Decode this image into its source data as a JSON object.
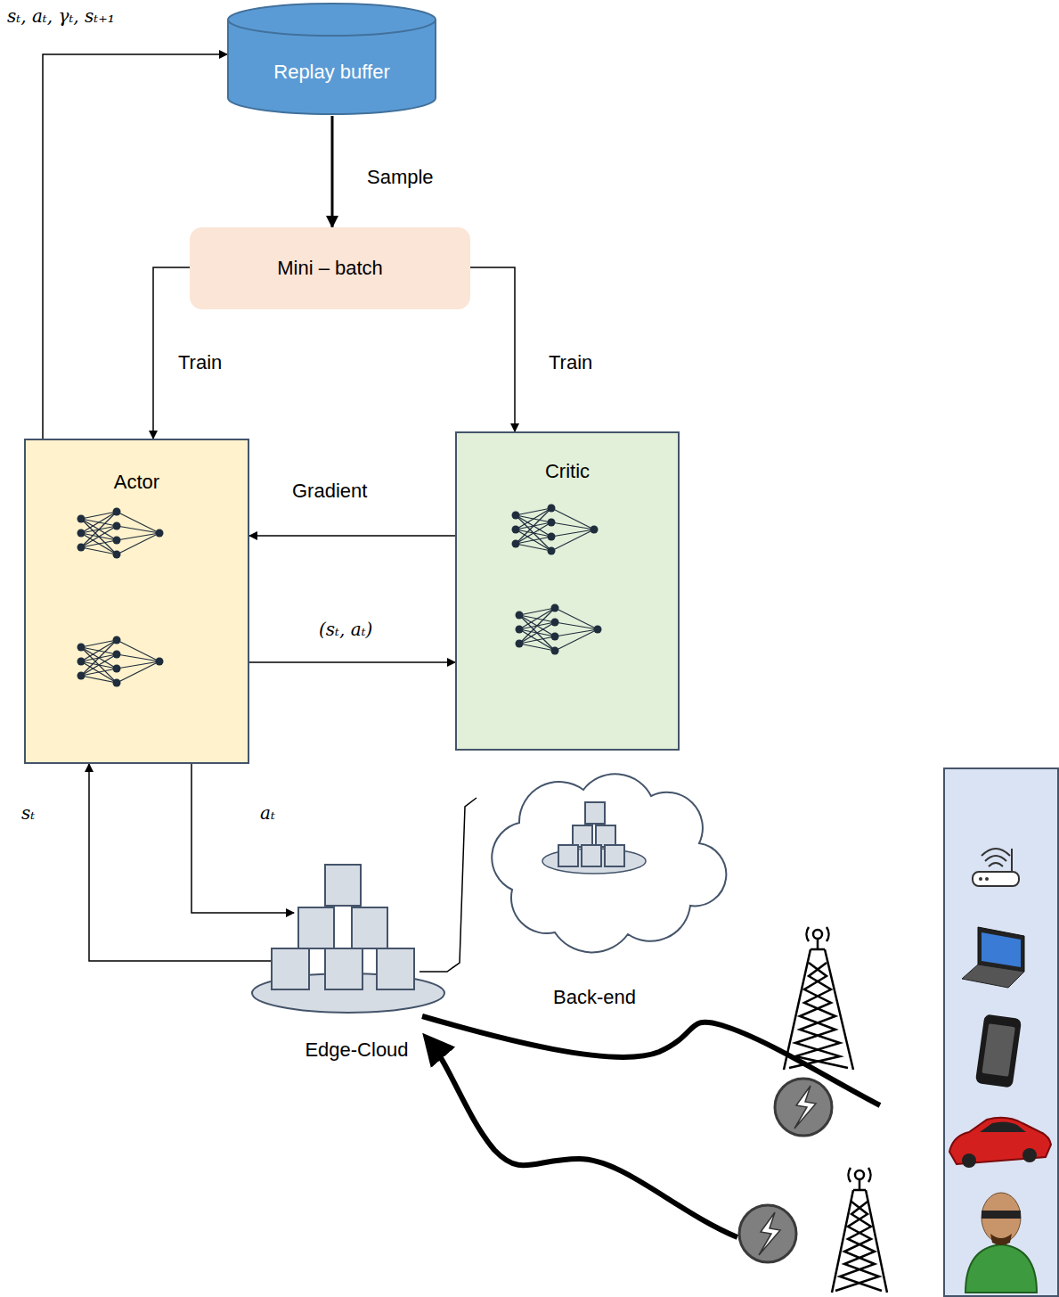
{
  "diagram": {
    "nodes": [
      {
        "text": [
          "Replay buffer"
        ]
      },
      {
        "text": [
          "Mini – batch"
        ]
      },
      {
        "text": [
          "Actor"
        ]
      },
      {
        "text": [
          "Critic"
        ]
      },
      {
        "text": [
          "Edge-Cloud"
        ]
      },
      {
        "text": [
          "Back-end"
        ]
      }
    ],
    "edges": [
      {
        "from": 0,
        "to": 1,
        "label": "Sample",
        "arrow": "to"
      },
      {
        "from": 1,
        "to": 2,
        "label": "Train",
        "arrow": "to"
      },
      {
        "from": 1,
        "to": 3,
        "label": "Train",
        "arrow": "to"
      },
      {
        "from": 3,
        "to": 2,
        "label": "Gradient",
        "arrow": "to"
      },
      {
        "from": 2,
        "to": 3,
        "label": "(sₜ, aₜ)",
        "arrow": "to"
      },
      {
        "from": 2,
        "to": 0,
        "label": "sₜ, aₜ, γₜ, sₜ₊₁",
        "arrow": "to"
      },
      {
        "from": 2,
        "to": 4,
        "label": "aₜ",
        "arrow": "to"
      },
      {
        "from": 4,
        "to": 2,
        "label": "sₜ",
        "arrow": "to"
      },
      {
        "from": 4,
        "to": 5,
        "arrow": "none"
      }
    ]
  }
}
